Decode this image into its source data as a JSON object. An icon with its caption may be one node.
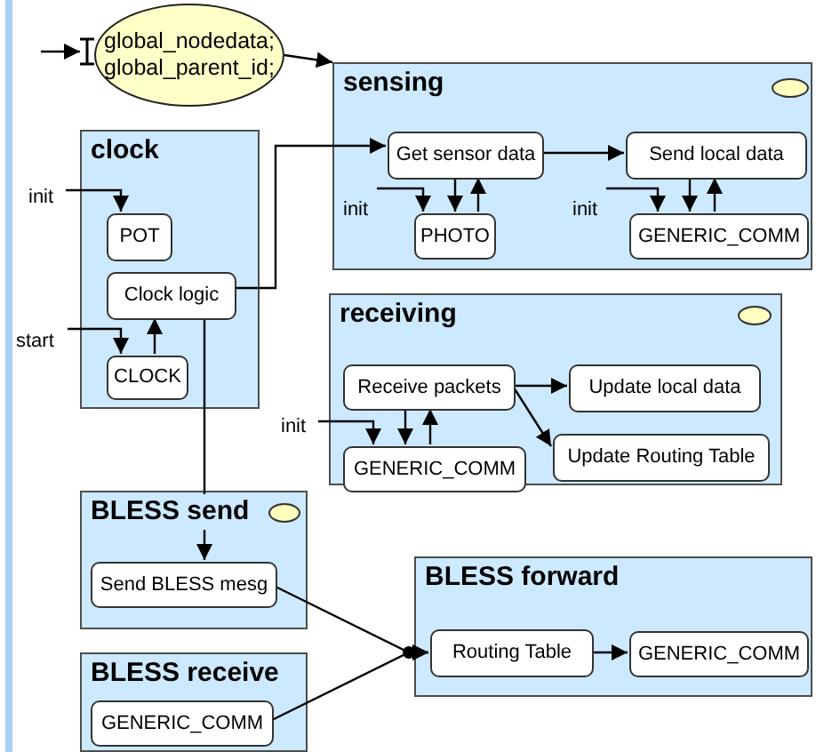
{
  "diagram": {
    "nodes": [
      {
        "text": [
          "global_nodedata; global_parent_id;"
        ]
      },
      {
        "text": [
          "sensing"
        ]
      },
      {
        "text": [
          "Get sensor data"
        ],
        "in": 1
      },
      {
        "text": [
          "Send local data"
        ],
        "in": 1
      },
      {
        "text": [
          "init"
        ],
        "in": 1
      },
      {
        "text": [
          "PHOTO"
        ],
        "in": 1
      },
      {
        "text": [
          "init"
        ],
        "in": 1
      },
      {
        "text": [
          "GENERIC_COMM"
        ],
        "in": 1
      },
      {
        "text": [
          "clock"
        ]
      },
      {
        "text": [
          "init"
        ]
      },
      {
        "text": [
          "POT"
        ],
        "in": 8
      },
      {
        "text": [
          "Clock logic"
        ],
        "in": 8
      },
      {
        "text": [
          "start"
        ]
      },
      {
        "text": [
          "CLOCK"
        ],
        "in": 8
      },
      {
        "text": [
          "receiving"
        ]
      },
      {
        "text": [
          "Receive packets"
        ],
        "in": 14
      },
      {
        "text": [
          "Update local data"
        ],
        "in": 14
      },
      {
        "text": [
          "init"
        ]
      },
      {
        "text": [
          "GENERIC_COMM"
        ],
        "in": 14
      },
      {
        "text": [
          "Update Routing Table"
        ],
        "in": 14
      },
      {
        "text": [
          "BLESS send"
        ]
      },
      {
        "text": [
          "Send BLESS mesg"
        ],
        "in": 20
      },
      {
        "text": [
          "BLESS forward"
        ]
      },
      {
        "text": [
          "Routing Table"
        ],
        "in": 22
      },
      {
        "text": [
          "GENERIC_COMM"
        ],
        "in": 22
      },
      {
        "text": [
          "BLESS receive"
        ]
      },
      {
        "text": [
          "GENERIC_COMM"
        ],
        "in": 25
      }
    ],
    "edges": [
      {
        "from": null,
        "to": 0,
        "arrow": "to"
      },
      {
        "from": 0,
        "to": 1,
        "arrow": "to"
      },
      {
        "from": 11,
        "to": 2,
        "arrow": "to"
      },
      {
        "from": 2,
        "to": 3,
        "arrow": "to"
      },
      {
        "from": 4,
        "to": 5,
        "arrow": "to"
      },
      {
        "from": 2,
        "to": 5,
        "arrow": "to"
      },
      {
        "from": 5,
        "to": 2,
        "arrow": "to"
      },
      {
        "from": 6,
        "to": 7,
        "arrow": "to"
      },
      {
        "from": 3,
        "to": 7,
        "arrow": "to"
      },
      {
        "from": 7,
        "to": 3,
        "arrow": "to"
      },
      {
        "from": 9,
        "to": 10,
        "arrow": "to"
      },
      {
        "from": 12,
        "to": 13,
        "arrow": "to"
      },
      {
        "from": 13,
        "to": 11,
        "arrow": "to"
      },
      {
        "from": 11,
        "to": 21,
        "arrow": "to"
      },
      {
        "from": 15,
        "to": 16,
        "arrow": "to"
      },
      {
        "from": 15,
        "to": 19,
        "arrow": "to"
      },
      {
        "from": 17,
        "to": 18,
        "arrow": "to"
      },
      {
        "from": 15,
        "to": 18,
        "arrow": "to"
      },
      {
        "from": 18,
        "to": 15,
        "arrow": "to"
      },
      {
        "from": 21,
        "to": 23,
        "arrow": "to"
      },
      {
        "from": 26,
        "to": 23,
        "arrow": "to"
      },
      {
        "from": 23,
        "to": 24,
        "arrow": "to"
      }
    ]
  }
}
